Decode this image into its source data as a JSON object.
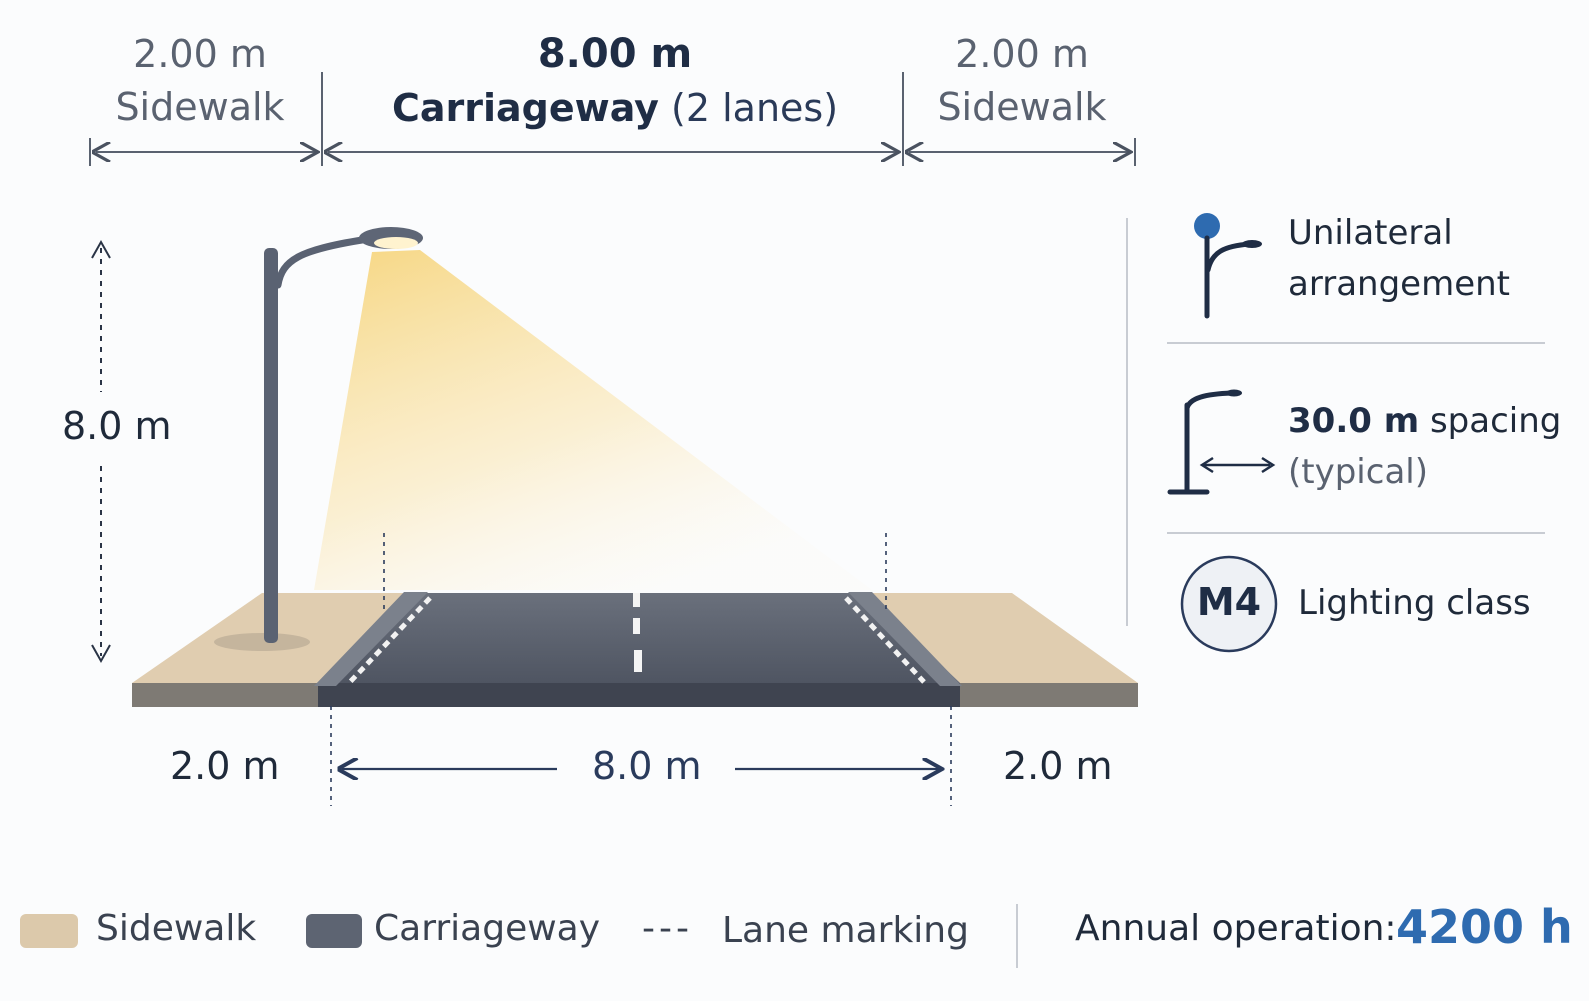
{
  "top_dims": {
    "left": {
      "value": "2.00 m",
      "label": "Sidewalk"
    },
    "center": {
      "value": "8.00 m",
      "label_strong": "Carriageway",
      "label_weak": "(2 lanes)"
    },
    "right": {
      "value": "2.00 m",
      "label": "Sidewalk"
    }
  },
  "pole_height": "8.0 m",
  "bottom_dims": {
    "left": "2.0 m",
    "center": "8.0 m",
    "right": "2.0 m"
  },
  "info": {
    "arrangement_line1": "Unilateral",
    "arrangement_line2": "arrangement",
    "spacing_value": "30.0 m",
    "spacing_word": "spacing",
    "spacing_note": "(typical)",
    "class_badge": "M4",
    "class_label": "Lighting class"
  },
  "legend": {
    "sidewalk": "Sidewalk",
    "carriageway": "Carriageway",
    "lane_marking": "Lane marking",
    "lane_marking_symbol": "---",
    "operation_label": "Annual operation:",
    "operation_value": "4200 h"
  },
  "colors": {
    "sidewalk": "#d8c5a8",
    "carriageway": "#5d6472",
    "accent_blue": "#2e6bb0",
    "light_cone": "#f6d680"
  }
}
